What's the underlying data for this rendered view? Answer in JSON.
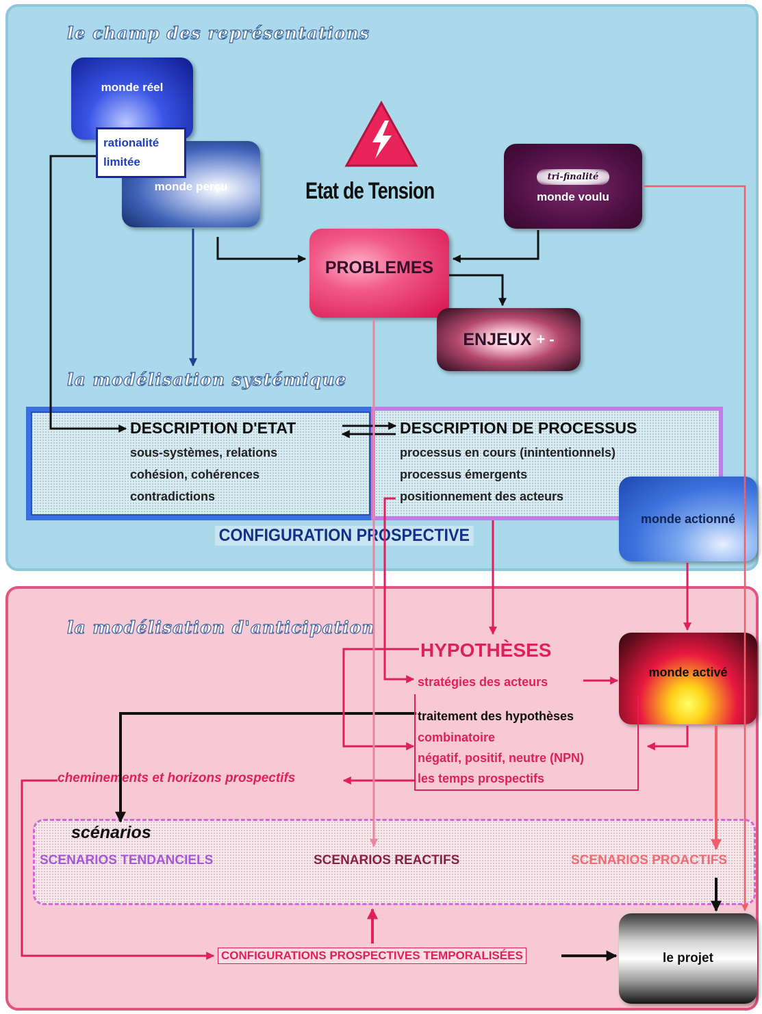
{
  "sections": {
    "representations": "le champ des représentations",
    "systemic": "la modélisation  systémique",
    "anticipation": "la modélisation d'anticipation"
  },
  "boxes": {
    "monde_reel": "monde réel",
    "rationalite_line1": "rationalité",
    "rationalite_line2": "limitée",
    "monde_percu": "monde perçu",
    "tension_title": "Etat de Tension",
    "monde_voulu": "monde voulu",
    "monde_voulu_badge": "tri-finalité",
    "problemes": "PROBLEMES",
    "enjeux": "ENJEUX",
    "enjeux_signs": "+ -",
    "monde_actionne": "monde actionné",
    "monde_active": "monde activé",
    "le_projet": "le projet"
  },
  "description_etat": {
    "title": "DESCRIPTION D'ETAT",
    "lines": [
      "sous-systèmes, relations",
      "cohésion, cohérences",
      "contradictions"
    ]
  },
  "description_processus": {
    "title": "DESCRIPTION DE PROCESSUS",
    "lines": [
      "processus en cours (inintentionnels)",
      "processus émergents",
      "positionnement des acteurs"
    ]
  },
  "configuration_prospective": "CONFIGURATION PROSPECTIVE",
  "hypotheses": {
    "title": "HYPOTHÈSES",
    "strategies": "stratégies des acteurs",
    "treatment": "traitement des hypothèses",
    "items": [
      "combinatoire",
      "négatif, positif, neutre (NPN)",
      "les temps prospectifs"
    ]
  },
  "cheminements": "cheminements et horizons prospectifs",
  "scenarios": {
    "title": "scénarios",
    "tendanciels": "SCENARIOS TENDANCIELS",
    "reactifs": "SCENARIOS REACTIFS",
    "proactifs": "SCENARIOS PROACTIFS"
  },
  "configurations_temporalisees": "CONFIGURATIONS PROSPECTIVES TEMPORALISÉES",
  "colors": {
    "panel_top": "#a9d9ea",
    "panel_bottom": "#f6c9d5",
    "black_arrow": "#111111",
    "blue_arrow": "#1f3f8f",
    "pink_arrow": "#e0205a",
    "salmon_arrow": "#ef5f6a",
    "light_pink_arrow": "#e9859e",
    "navy_text": "#14308a",
    "tendanciels_text": "#a657d6",
    "reactifs_text": "#8a1f45",
    "proactifs_text": "#f06b74"
  },
  "icons": [
    "warning-triangle-icon",
    "lightning-bolt-icon"
  ]
}
